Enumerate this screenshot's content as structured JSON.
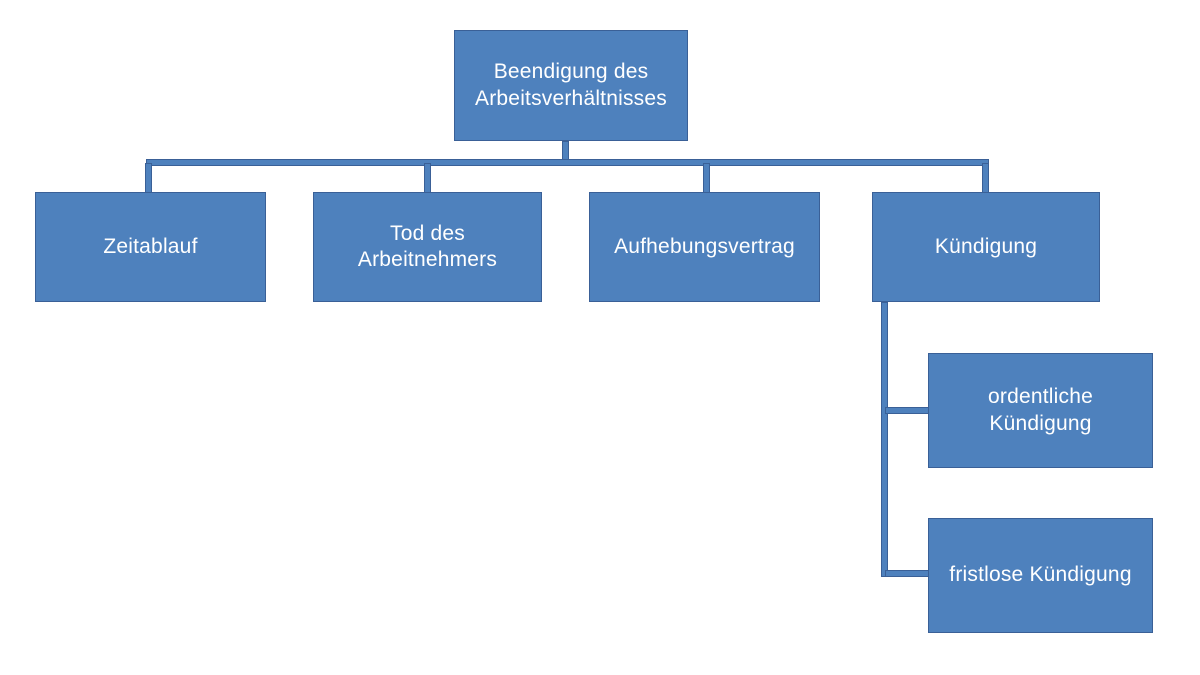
{
  "diagram": {
    "title": "Beendigung des Arbeitsverhältnisses",
    "type": "organizational-tree",
    "colors": {
      "node_fill": "#4e81bd",
      "node_border": "#3a6097",
      "node_text": "#ffffff",
      "connector": "#4e81bd",
      "background": "#ffffff"
    },
    "root": {
      "label": "Beendigung des\nArbeitsverhältnisses"
    },
    "level2": [
      {
        "label": "Zeitablauf"
      },
      {
        "label": "Tod des\nArbeitnehmers"
      },
      {
        "label": "Aufhebungsvertrag"
      },
      {
        "label": "Kündigung"
      }
    ],
    "level3": [
      {
        "label": "ordentliche\nKündigung"
      },
      {
        "label": "fristlose Kündigung"
      }
    ]
  }
}
